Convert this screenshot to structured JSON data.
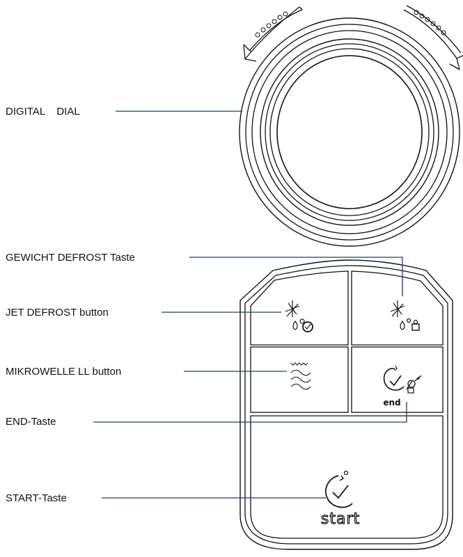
{
  "labels": {
    "digital_dial": "DIGITAL    DIAL",
    "gewicht_defrost": "GEWICHT DEFROST Taste",
    "jet_defrost": "JET DEFROST button",
    "mikrowelle": "MIKROWELLE LL button",
    "end_taste": "END-Taste",
    "start_taste": "START-Taste"
  },
  "buttons": {
    "end_text": "end",
    "start_text": "start"
  },
  "icons": {
    "dial_arrows": "rotation-arrows-icon",
    "jet_defrost": "jet-defrost-icon",
    "weight_defrost": "weight-defrost-icon",
    "microwave": "microwave-waves-icon",
    "end": "end-stop-icon",
    "start": "start-icon"
  },
  "colors": {
    "leader_line": "#1f3a73",
    "outline": "#111111"
  }
}
